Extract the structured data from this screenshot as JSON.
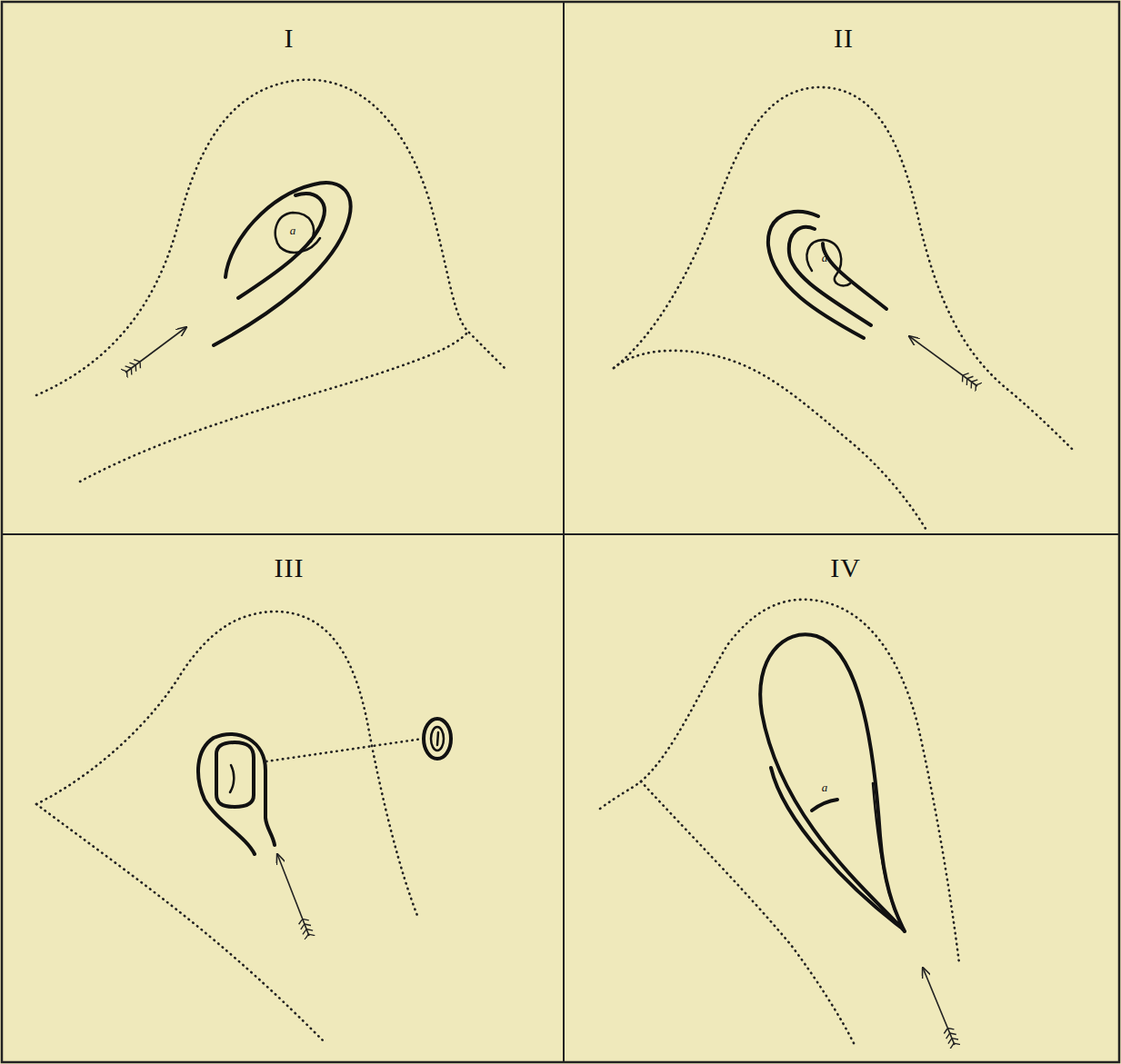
{
  "diagram": {
    "labels": [
      "I",
      "II",
      "III",
      "IV",
      "a",
      "a",
      "a"
    ]
  }
}
